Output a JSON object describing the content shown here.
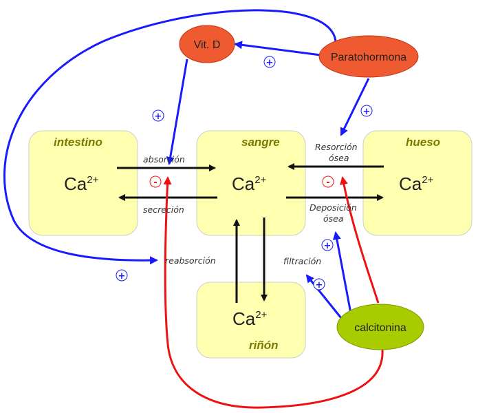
{
  "boxes": {
    "intestino": {
      "title": "intestino",
      "ion": "Ca",
      "charge": "2+"
    },
    "sangre": {
      "title": "sangre",
      "ion": "Ca",
      "charge": "2+"
    },
    "hueso": {
      "title": "hueso",
      "ion": "Ca",
      "charge": "2+"
    },
    "rinon": {
      "title": "riñón",
      "ion": "Ca",
      "charge": "2+"
    }
  },
  "hormones": {
    "vitd": "Vit. D",
    "pth": "Paratohormona",
    "calcitonina": "calcitonina"
  },
  "labels": {
    "absorcion": "absorción",
    "secrecion": "secreción",
    "resorcion_1": "Resorción",
    "resorcion_2": "ósea",
    "deposicion_1": "Deposición",
    "deposicion_2": "ósea",
    "reabsorcion": "reabsorción",
    "filtracion": "filtración"
  },
  "signs": {
    "plus": "+",
    "minus": "-"
  },
  "colors": {
    "box_fill": "#ffffb0",
    "stimulate": "#1a1aff",
    "inhibit": "#ee1111",
    "vitd_fill": "#f05a30",
    "pth_fill": "#f05a30",
    "calcitonina_fill": "#a8cc00"
  }
}
